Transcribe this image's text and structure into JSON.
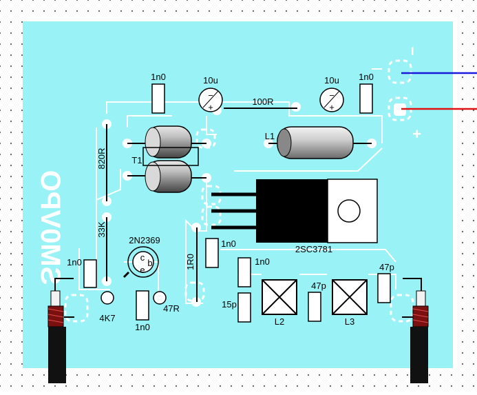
{
  "board": {
    "callsign_mirrored": "SM0VPO",
    "colors": {
      "pcb": "#99f2f5",
      "pad": "#ffffff",
      "wire_blue": "#1a1adf",
      "wire_red": "#e01010"
    }
  },
  "supply": {
    "minus_label": "−",
    "plus_label": "+"
  },
  "labels": {
    "c_1n0_top_left": "1n0",
    "c_10u_left": "10u",
    "r_100R": "100R",
    "c_10u_right": "10u",
    "c_1n0_top_right": "1n0",
    "r_820R": "820R",
    "t1": "T1",
    "l1": "L1",
    "r_33K": "33K",
    "q_2N2369": "2N2369",
    "q_pin_c": "c",
    "q_pin_b": "b",
    "q_pin_e": "e",
    "c_1n0_left": "1n0",
    "r_4K7": "4K7",
    "c_1n0_bottom": "1n0",
    "r_47R": "47R",
    "r_1R0": "1R0",
    "c_1n0_mid": "1n0",
    "q_2SC3781": "2SC3781",
    "c_1n0_right": "1n0",
    "c_15p": "15p",
    "c_47p_mid": "47p",
    "c_47p_right": "47p",
    "l2": "L2",
    "l3": "L3",
    "cap_plus": "+",
    "cap_minus": "−"
  }
}
